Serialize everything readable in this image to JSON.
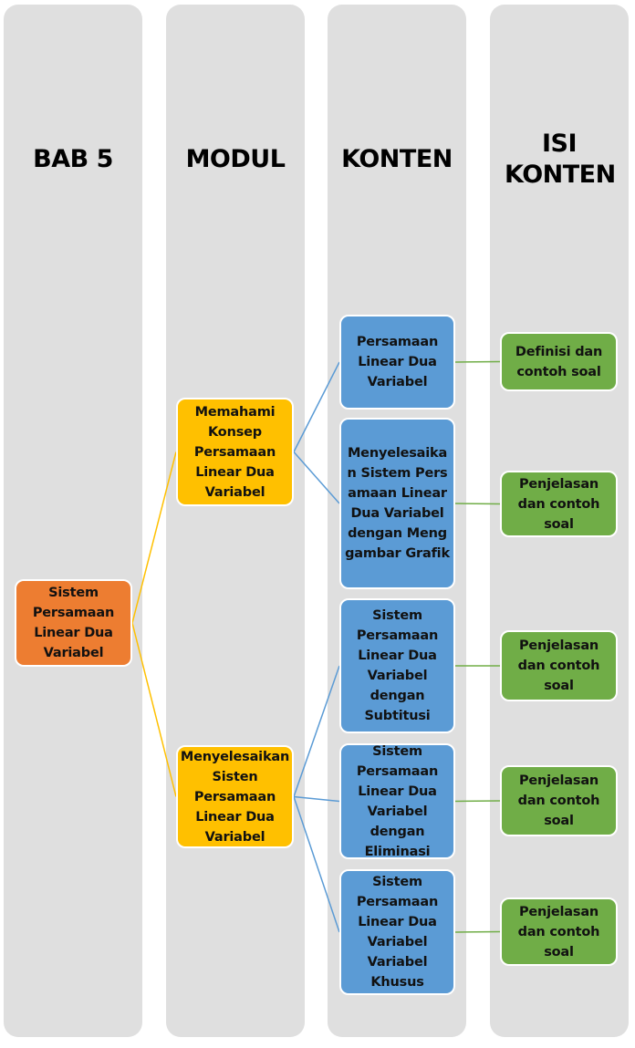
{
  "columns": [
    {
      "id": "bab",
      "title": "BAB 5"
    },
    {
      "id": "modul",
      "title": "MODUL"
    },
    {
      "id": "konten",
      "title": "KONTEN"
    },
    {
      "id": "isi",
      "title": "ISI KONTEN"
    }
  ],
  "colors": {
    "column_bg": "#dfdfdf",
    "bab": "#ed7d31",
    "modul": "#ffc000",
    "konten": "#5b9bd5",
    "isi": "#70ad47",
    "connector_bab_modul": "#ffc000",
    "connector_modul_konten": "#5b9bd5",
    "connector_konten_isi": "#70ad47"
  },
  "nodes": {
    "bab": [
      {
        "id": "b1",
        "label": "Sistem Persamaan Linear Dua Variabel"
      }
    ],
    "modul": [
      {
        "id": "m1",
        "label": "Memahami Konsep Persamaan Linear Dua Variabel",
        "parent": "b1"
      },
      {
        "id": "m2",
        "label": "Menyelesaikan Sisten Persamaan Linear Dua Variabel",
        "parent": "b1"
      }
    ],
    "konten": [
      {
        "id": "k1",
        "label": "Persamaan Linear Dua Variabel",
        "parent": "m1"
      },
      {
        "id": "k2",
        "label": "Menyelesaikan Sistem Persamaan Linear Dua Variabel dengan Menggambar Grafik",
        "parent": "m1"
      },
      {
        "id": "k3",
        "label": "Sistem Persamaan Linear Dua Variabel dengan Subtitusi",
        "parent": "m2"
      },
      {
        "id": "k4",
        "label": "Sistem Persamaan Linear Dua Variabel dengan Eliminasi",
        "parent": "m2"
      },
      {
        "id": "k5",
        "label": "Sistem Persamaan Linear Dua Variabel Variabel Khusus",
        "parent": "m2"
      }
    ],
    "isi": [
      {
        "id": "i1",
        "label": "Definisi dan contoh soal",
        "parent": "k1"
      },
      {
        "id": "i2",
        "label": "Penjelasan dan contoh soal",
        "parent": "k2"
      },
      {
        "id": "i3",
        "label": "Penjelasan dan contoh soal",
        "parent": "k3"
      },
      {
        "id": "i4",
        "label": "Penjelasan dan contoh soal",
        "parent": "k4"
      },
      {
        "id": "i5",
        "label": "Penjelasan dan contoh soal",
        "parent": "k5"
      }
    ]
  }
}
